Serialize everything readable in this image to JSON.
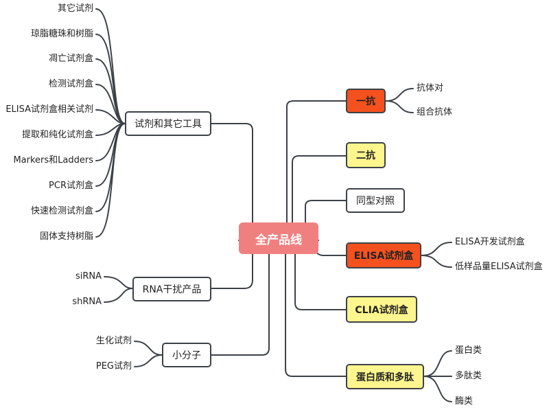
{
  "root": {
    "label": "全产品线"
  },
  "left_branches": [
    {
      "label": "试剂和其它工具",
      "children": [
        "其它试剂",
        "琼脂糖珠和树脂",
        "凋亡试剂盒",
        "检测试剂盒",
        "ELISA试剂盒相关试剂",
        "提取和纯化试剂盒",
        "Markers和Ladders",
        "PCR试剂盒",
        "快速检测试剂盒",
        "固体支持树脂"
      ]
    },
    {
      "label": "RNA干扰产品",
      "children": [
        "siRNA",
        "shRNA"
      ]
    },
    {
      "label": "小分子",
      "children": [
        "生化试剂",
        "PEG试剂"
      ]
    }
  ],
  "right_branches": [
    {
      "label": "一抗",
      "style": "orange",
      "children": [
        "抗体对",
        "组合抗体"
      ]
    },
    {
      "label": "二抗",
      "style": "yellow",
      "children": []
    },
    {
      "label": "同型对照",
      "style": "plain",
      "children": []
    },
    {
      "label": "ELISA试剂盒",
      "style": "orange",
      "children": [
        "ELISA开发试剂盒",
        "低样品量ELISA试剂盒"
      ]
    },
    {
      "label": "CLIA试剂盒",
      "style": "yellow",
      "children": []
    },
    {
      "label": "蛋白质和多肽",
      "style": "yellow",
      "children": [
        "蛋白类",
        "多肽类",
        "酶类"
      ]
    }
  ],
  "colors": {
    "line": "#3c4148",
    "root_fill": "#f08080",
    "orange_fill": "#f4511e",
    "yellow_fill": "#fdf58d"
  }
}
